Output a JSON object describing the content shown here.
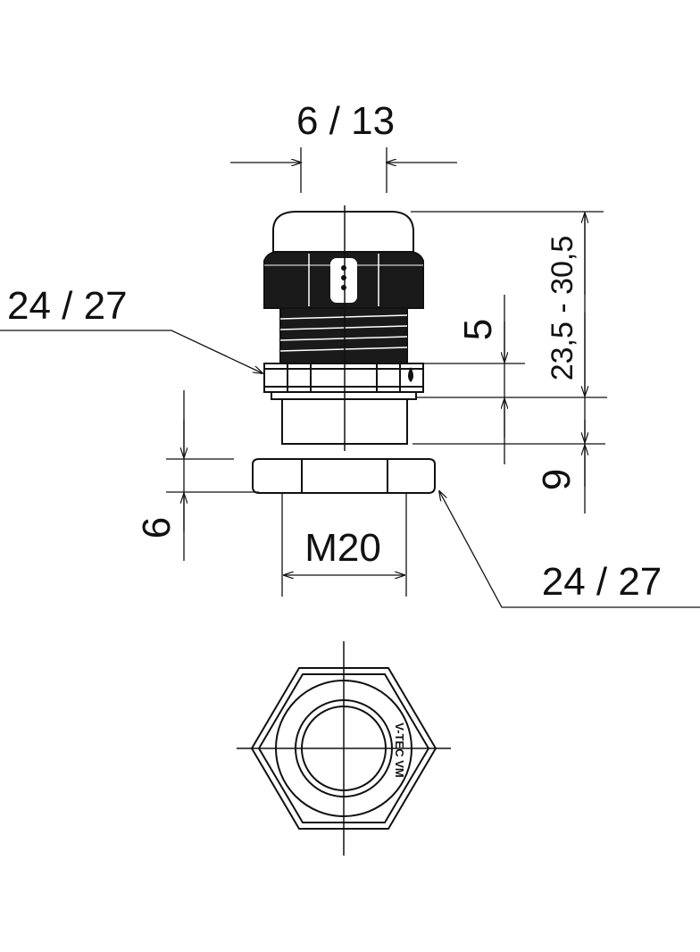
{
  "dimensions": {
    "seal_range": "6 / 13",
    "total_height": "23,5 - 30,5",
    "cap_wrench_size": "24 / 27",
    "thread_length": "5",
    "lower_height": "9",
    "locknut_thickness": "6",
    "thread_size": "M20",
    "locknut_wrench_size": "24 / 27"
  },
  "logo": "V-TEC VM",
  "colors": {
    "line": "#111111",
    "background": "#ffffff"
  }
}
